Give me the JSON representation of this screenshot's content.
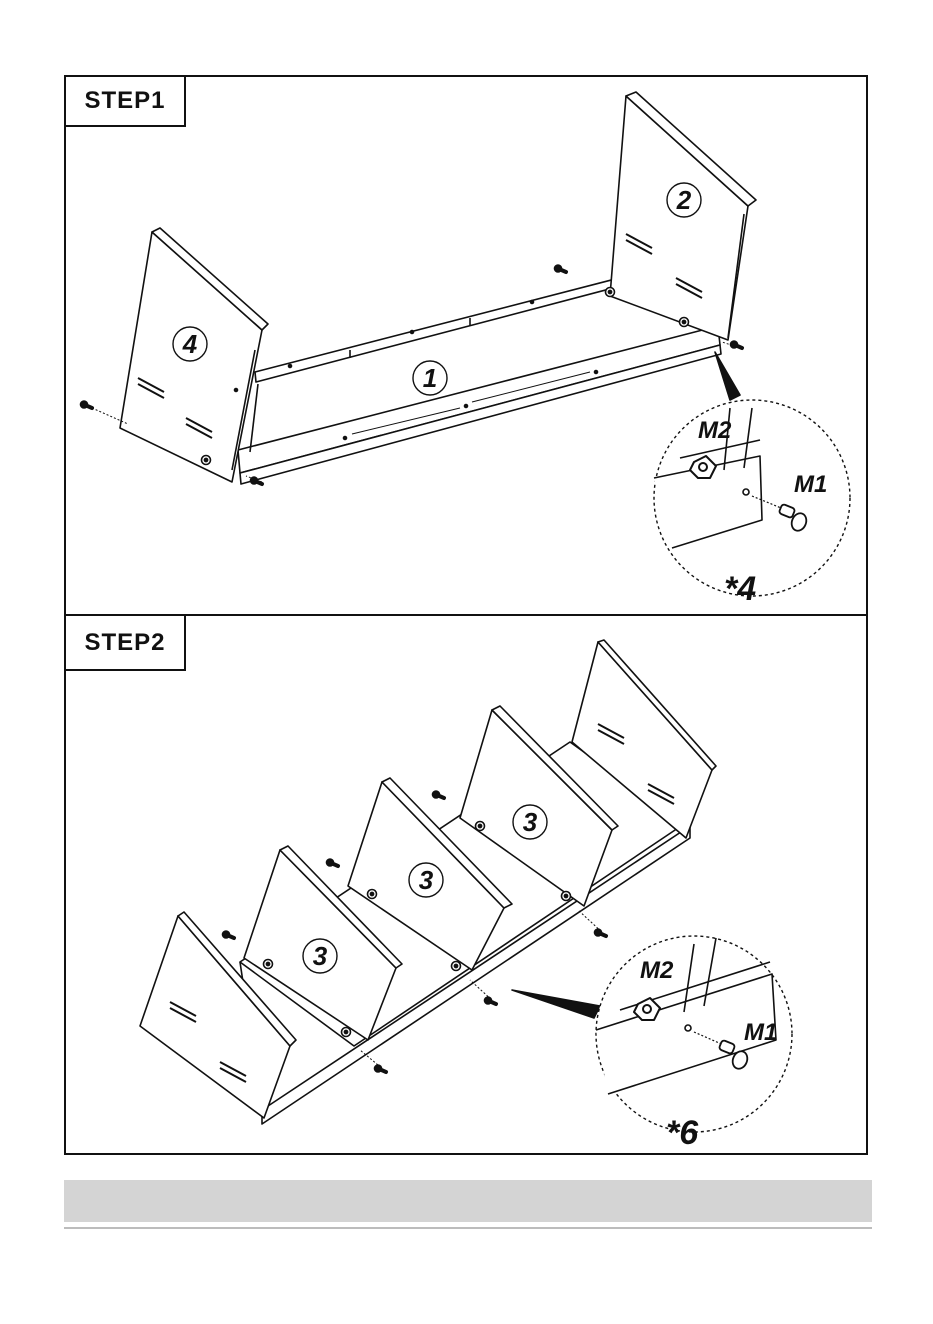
{
  "steps": [
    {
      "label": "STEP1",
      "parts": [
        "1",
        "2",
        "4"
      ],
      "hardware": {
        "bolt": "M1",
        "nut": "M2",
        "quantity": "*4"
      }
    },
    {
      "label": "STEP2",
      "parts": [
        "3",
        "3",
        "3"
      ],
      "hardware": {
        "bolt": "M1",
        "nut": "M2",
        "quantity": "*6"
      }
    }
  ]
}
